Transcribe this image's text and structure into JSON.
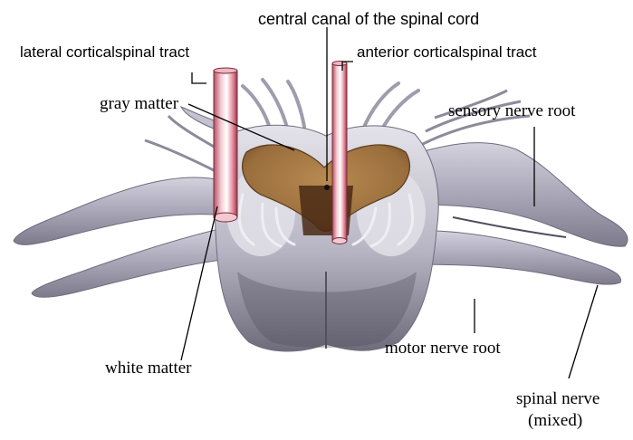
{
  "labels": {
    "central_canal": "central canal of the spinal cord",
    "lateral_tract": "lateral corticalspinal tract",
    "anterior_tract": "anterior corticalspinal tract",
    "gray_matter": "gray matter",
    "sensory_root": "sensory nerve root",
    "white_matter": "white matter",
    "motor_root": "motor nerve root",
    "spinal_nerve_line1": "spinal nerve",
    "spinal_nerve_line2": "(mixed)"
  },
  "colors": {
    "background": "#ffffff",
    "nerve": "#b9b7c6",
    "nerve_dark": "#6f6c7e",
    "white_matter": "#d9d8e0",
    "gray_matter": "#a07845",
    "gray_matter_dark": "#5a3a1e",
    "tract_tube": "#d9788a",
    "leader_line": "#000000"
  }
}
